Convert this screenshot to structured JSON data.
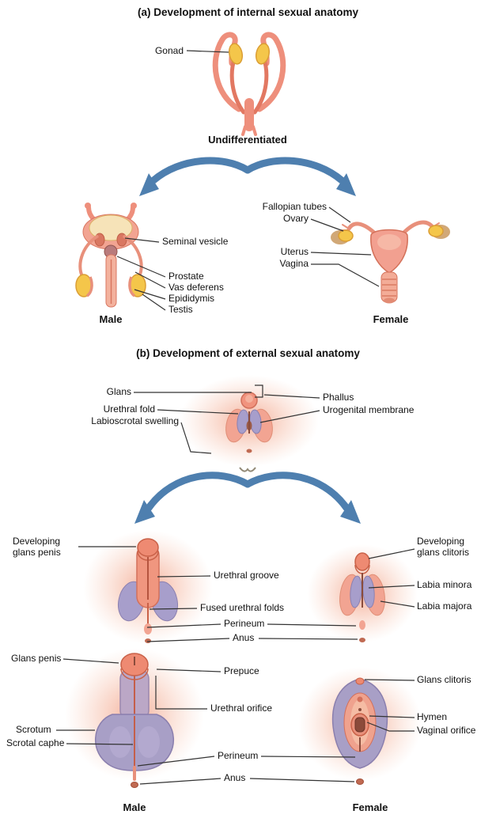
{
  "section_a": {
    "title": "(a) Development of internal sexual anatomy",
    "gonad": "Gonad",
    "undifferentiated": "Undifferentiated",
    "male": {
      "name": "Male",
      "seminal_vesicle": "Seminal vesicle",
      "prostate": "Prostate",
      "vas_deferens": "Vas deferens",
      "epididymis": "Epididymis",
      "testis": "Testis"
    },
    "female": {
      "name": "Female",
      "fallopian_tubes": "Fallopian tubes",
      "ovary": "Ovary",
      "uterus": "Uterus",
      "vagina": "Vagina"
    }
  },
  "section_b": {
    "title": "(b) Development of external sexual anatomy",
    "undifferentiated": {
      "glans": "Glans",
      "urethral_fold": "Urethral fold",
      "labioscrotal_swelling": "Labioscrotal swelling",
      "phallus": "Phallus",
      "urogenital_membrane": "Urogenital membrane"
    },
    "developing": {
      "glans_penis": "Developing glans penis",
      "urethral_groove": "Urethral groove",
      "fused_urethral_folds": "Fused urethral folds",
      "perineum": "Perineum",
      "anus": "Anus",
      "glans_clitoris": "Developing glans clitoris",
      "labia_minora": "Labia minora",
      "labia_majora": "Labia majora"
    },
    "final": {
      "glans_penis": "Glans penis",
      "prepuce": "Prepuce",
      "urethral_orifice": "Urethral orifice",
      "scrotum": "Scrotum",
      "scrotal_raphe": "Scrotal caphe",
      "glans_clitoris": "Glans clitoris",
      "hymen": "Hymen",
      "vaginal_orifice": "Vaginal orifice",
      "perineum": "Perineum",
      "anus": "Anus",
      "male_name": "Male",
      "female_name": "Female"
    }
  },
  "colors": {
    "arrow_blue": "#4E7FAF",
    "leader_line": "#333333",
    "salmon": "#EF947F",
    "gonad_yellow": "#F4C64A",
    "fold_purple": "#A79ECB"
  }
}
